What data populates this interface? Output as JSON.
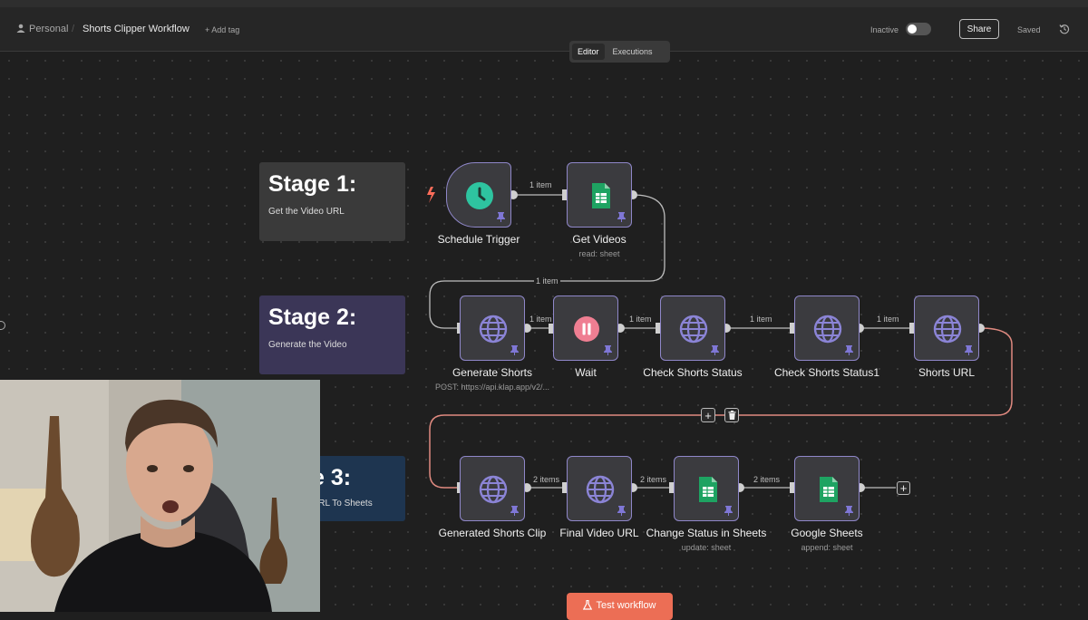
{
  "header": {
    "project": "Personal",
    "workflow_name": "Shorts Clipper Workflow",
    "add_tag": "+ Add tag",
    "status_label": "Inactive",
    "share_label": "Share",
    "saved_label": "Saved"
  },
  "mode_tabs": [
    {
      "label": "Editor",
      "active": true
    },
    {
      "label": "Executions",
      "active": false
    }
  ],
  "stickies": [
    {
      "title": "Stage 1:",
      "text": "Get the Video URL",
      "color": "#3a3a3a"
    },
    {
      "title": "Stage 2:",
      "text": "Generate the Video",
      "color": "#3b3657"
    },
    {
      "title": "e 3:",
      "text": "URL To Sheets",
      "color": "#1e3550"
    }
  ],
  "nodes": [
    {
      "label": "Schedule Trigger",
      "sub": "",
      "icon": "clock-icon"
    },
    {
      "label": "Get Videos",
      "sub": "read: sheet",
      "icon": "google-sheets-icon"
    },
    {
      "label": "Generate Shorts",
      "sub": "POST: https://api.klap.app/v2/...",
      "icon": "globe-icon"
    },
    {
      "label": "Wait",
      "sub": "",
      "icon": "pause-icon"
    },
    {
      "label": "Check Shorts Status",
      "sub": "",
      "icon": "globe-icon"
    },
    {
      "label": "Check Shorts Status1",
      "sub": "",
      "icon": "globe-icon"
    },
    {
      "label": "Shorts URL",
      "sub": "",
      "icon": "globe-icon"
    },
    {
      "label": "Generated Shorts Clip",
      "sub": "",
      "icon": "globe-icon"
    },
    {
      "label": "Final Video URL",
      "sub": "",
      "icon": "globe-icon"
    },
    {
      "label": "Change Status in Sheets",
      "sub": "update: sheet",
      "icon": "google-sheets-icon"
    },
    {
      "label": "Google Sheets",
      "sub": "append: sheet",
      "icon": "google-sheets-icon"
    }
  ],
  "edge_labels": {
    "one_item": "1 item",
    "two_items": "2 items"
  },
  "test_button": "Test workflow",
  "colors": {
    "accent": "#ec6e55",
    "node_border": "#8f87c9",
    "globe": "#8b84d6",
    "sheets": "#1ea362",
    "trigger": "#2ec4a0",
    "wait": "#ef7e92",
    "selected_edge": "#e08a80"
  }
}
